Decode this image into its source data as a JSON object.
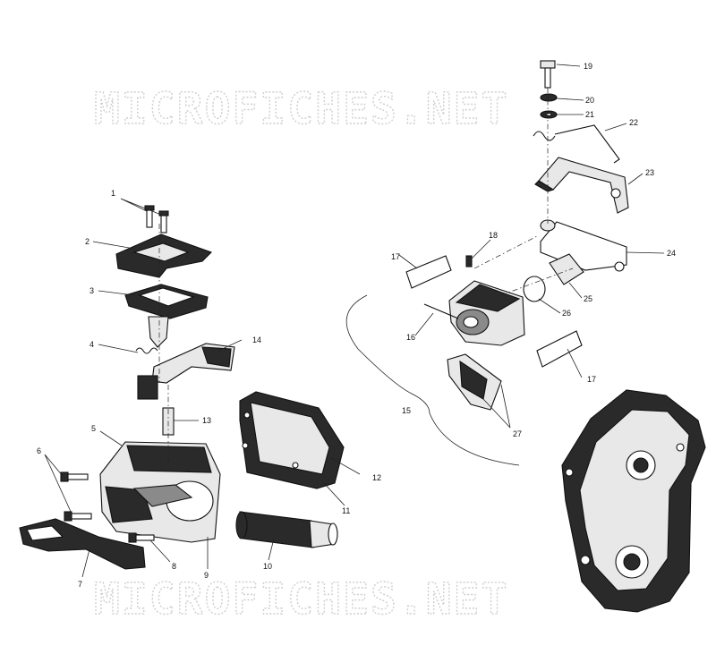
{
  "watermark": {
    "top": "MICROFICHES.NET",
    "bottom": "MICROFICHES.NET"
  },
  "callouts": [
    "1",
    "2",
    "3",
    "4",
    "5",
    "6",
    "7",
    "8",
    "9",
    "10",
    "11",
    "12",
    "13",
    "14",
    "15",
    "16",
    "17",
    "17",
    "18",
    "19",
    "20",
    "21",
    "22",
    "23",
    "24",
    "25",
    "26",
    "27"
  ],
  "colors": {
    "ink": "#111111",
    "watermark": "#cfcfcf",
    "background": "#ffffff"
  }
}
